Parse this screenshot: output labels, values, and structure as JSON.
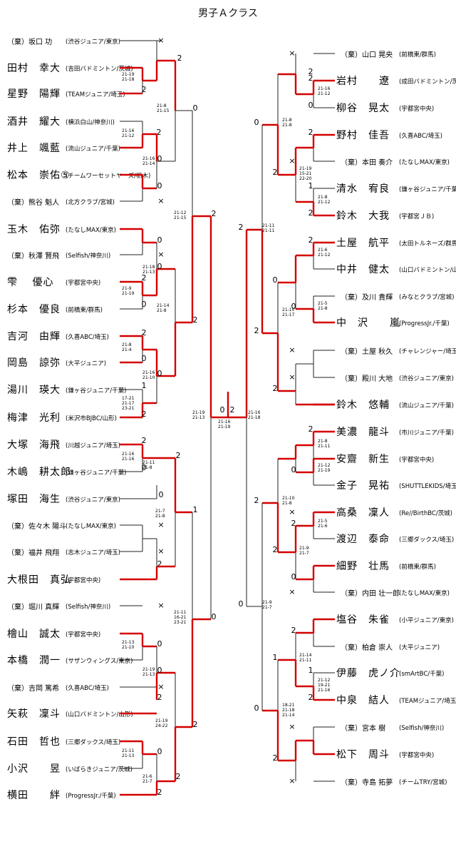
{
  "title": "男子Ａクラス",
  "left_players": [
    {
      "name": "（棄）坂口 功",
      "club": "(渋谷ジュニア/東京)",
      "small": true
    },
    {
      "name": "田村　幸大",
      "club": "(吉田バドミントン/茨城)"
    },
    {
      "name": "星野　陽輝",
      "club": "(TEAMジュニア/埼玉)"
    },
    {
      "name": "酒井　耀大",
      "club": "(横浜白山/神奈川)"
    },
    {
      "name": "井上　颯藍",
      "club": "(流山ジュニア/千葉)"
    },
    {
      "name": "松本　崇佑⑤",
      "club": "(チームワーセットヤーズ/栃木)"
    },
    {
      "name": "（棄）熊谷 魁人",
      "club": "(北方クラブ/宮城)",
      "small": true
    },
    {
      "name": "玉木　佑弥",
      "club": "(たなしMAX/東京)"
    },
    {
      "name": "（棄）秋澤 賢飛",
      "club": "(Selfish/神奈川)",
      "small": true
    },
    {
      "name": "雫　 優心",
      "club": "(宇都宮中央)"
    },
    {
      "name": "杉本　優良",
      "club": "(前橋東/群馬)"
    },
    {
      "name": "吉河　由輝",
      "club": "(久喜ABC/埼玉)"
    },
    {
      "name": "岡島　諒弥",
      "club": "(大平ジュニア)"
    },
    {
      "name": "湯川　瑛大",
      "club": "(鎌ヶ谷ジュニア/千葉)"
    },
    {
      "name": "梅津　光利",
      "club": "(米沢市BJBC/山形)"
    },
    {
      "name": "大塚　海飛",
      "club": "(川越ジュニア/埼玉)"
    },
    {
      "name": "木嶋　耕太郎",
      "club": "(鎌ヶ谷ジュニア/千葉)"
    },
    {
      "name": "塚田　海生",
      "club": "(渋谷ジュニア/東京)"
    },
    {
      "name": "（棄）佐々木 陽斗",
      "club": "(たなしMAX/東京)",
      "small": true
    },
    {
      "name": "（棄）福井 飛翔",
      "club": "(志木ジュニア/埼玉)",
      "small": true
    },
    {
      "name": "大根田　真弘",
      "club": "(宇都宮中央)"
    },
    {
      "name": "（棄）堀川 真輝",
      "club": "(Selfish/神奈川)",
      "small": true
    },
    {
      "name": "檜山　誠太",
      "club": "(宇都宮中央)"
    },
    {
      "name": "本橋　潤一",
      "club": "(サザンウィングス/東京)"
    },
    {
      "name": "（棄）吉岡 篤希",
      "club": "(久喜ABC/埼玉)",
      "small": true
    },
    {
      "name": "矢萩　凜斗",
      "club": "(山口バドミントン/山形)"
    },
    {
      "name": "石田　哲也",
      "club": "(三郷ダックス/埼玉)"
    },
    {
      "name": "小沢　　昱",
      "club": "(いばらきジュニア/茨城)"
    },
    {
      "name": "横田　　絆",
      "club": "(ProgressJr./千葉)"
    }
  ],
  "right_players": [
    {
      "name": "（棄）山口 晃央",
      "club": "(前橋東/群馬)",
      "small": true
    },
    {
      "name": "岩村　　遼",
      "club": "(成田バドミントン/茨城)"
    },
    {
      "name": "柳谷　晃太",
      "club": "(宇都宮中央)"
    },
    {
      "name": "野村　佳吾",
      "club": "(久喜ABC/埼玉)"
    },
    {
      "name": "（棄）本田 奏介",
      "club": "(たなしMAX/東京)",
      "small": true
    },
    {
      "name": "清水　宥良",
      "club": "(鎌ヶ谷ジュニア/千葉)"
    },
    {
      "name": "鈴木　大我",
      "club": "(宇都宮ＪＢ)"
    },
    {
      "name": "土屋　航平",
      "club": "(太田トルネーズ/群馬)"
    },
    {
      "name": "中井　健太",
      "club": "(山口バドミントン/山形)"
    },
    {
      "name": "（棄）及川 貴輝",
      "club": "(みなとクラブ/宮城)",
      "small": true
    },
    {
      "name": "中　沢　　嵐",
      "club": "(ProgressJr./千葉)"
    },
    {
      "name": "（棄）土屋 秋久",
      "club": "(チャレンジャー/埼玉)",
      "small": true
    },
    {
      "name": "（棄）殿川 大地",
      "club": "(渋谷ジュニア/東京)",
      "small": true
    },
    {
      "name": "鈴木　悠輔",
      "club": "(流山ジュニア/千葉)"
    },
    {
      "name": "美濃　龍斗",
      "club": "(市川ジュニア/千葉)"
    },
    {
      "name": "安齋　新生",
      "club": "(宇都宮中央)"
    },
    {
      "name": "金子　晃祐",
      "club": "(SHUTTLEKIDS/埼玉)"
    },
    {
      "name": "高桑　凜人",
      "club": "(Re//BirthBC/茨城)"
    },
    {
      "name": "渡辺　泰命",
      "club": "(三郷ダックス/埼玉)"
    },
    {
      "name": "細野　壮馬",
      "club": "(前橋東/群馬)"
    },
    {
      "name": "（棄）内田 壮一郎",
      "club": "(たなしMAX/東京)",
      "small": true
    },
    {
      "name": "塩谷　朱雀",
      "club": "(小平ジュニア/東京)"
    },
    {
      "name": "（棄）柏倉 崇人",
      "club": "(大平ジュニア)",
      "small": true
    },
    {
      "name": "伊藤　虎ノ介",
      "club": "(smArtBC/千葉)"
    },
    {
      "name": "中泉　結人",
      "club": "(TEAMジュニア/埼玉)"
    },
    {
      "name": "（棄）宮本 樹",
      "club": "(Selfish/神奈川)",
      "small": true
    },
    {
      "name": "松下　周斗",
      "club": "(宇都宮中央)"
    },
    {
      "name": "（棄）寺島 拓夢",
      "club": "(チームTRY/宮城)",
      "small": true
    }
  ],
  "results": {
    "x": "×",
    "zero": "0",
    "one": "1",
    "two": "2"
  },
  "scores": {
    "L1": "21-19\n21-18",
    "L2": "21-8\n21-15",
    "L3": "21-16\n21-12",
    "L4": "21-16\n21-14",
    "L5": "21-12\n21-15",
    "L6": "21-18\n21-13",
    "L7": "21-9\n21-19",
    "L8": "21-14\n21-8",
    "L9": "21-8\n21-4",
    "L10": "21-16\n21-10",
    "L11": "17-21\n21-17\n23-21",
    "L12": "21-19\n21-13",
    "L13": "21-11\n21-8",
    "L14": "21-16\n21-16",
    "L15": "21-7\n21-8",
    "L16": "21-11\n16-21\n23-21",
    "L17": "21-13\n21-10",
    "L18": "21-19\n21-13",
    "L19": "21-19\n24-22",
    "L20": "21-11\n21-13",
    "L21": "21-6\n21-7",
    "F": "21-16\n21-19",
    "R0": "21-16\n21-18",
    "R1": "21-16\n21-12",
    "R2": "21-8\n21-8",
    "R3": "21-19\n15-21\n22-20",
    "R4": "21-8\n21-12",
    "R5": "21-11\n21-11",
    "R6": "21-6\n21-12",
    "R7": "21-5\n21-8",
    "R8": "21-10\n21-17",
    "R9": "21-8\n21-11",
    "R10": "21-12\n21-19",
    "R11": "21-10\n21-8",
    "R12": "21-5\n21-6",
    "R13": "21-9\n21-7",
    "R14": "21-9\n21-7",
    "R15": "21-14\n21-11",
    "R16": "21-12\n19-21\n21-16",
    "R17": "18-21\n21-18\n21-14"
  },
  "colors": {
    "win": "#d40000",
    "line": "#222222"
  }
}
